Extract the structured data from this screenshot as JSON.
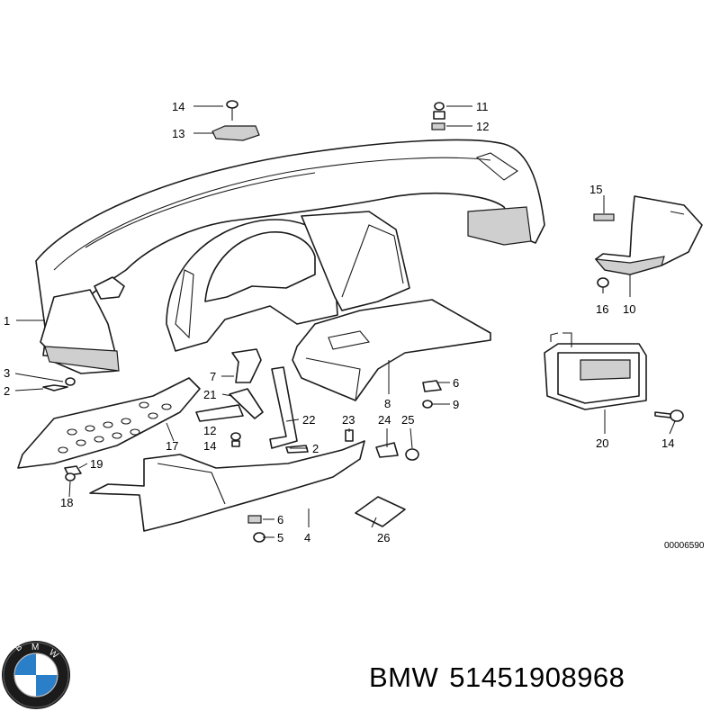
{
  "diagram": {
    "callouts": [
      "14",
      "13",
      "11",
      "12",
      "15",
      "10",
      "16",
      "1",
      "3",
      "2",
      "7",
      "21",
      "12",
      "14",
      "17",
      "19",
      "18",
      "22",
      "2",
      "23",
      "24",
      "25",
      "6",
      "9",
      "8",
      "20",
      "14",
      "6",
      "5",
      "4",
      "26"
    ],
    "image_code": "00006590"
  },
  "footer": {
    "brand": "BMW",
    "part_number": "51451908968",
    "logo_letters": "BMW"
  },
  "colors": {
    "line": "#1a1a1a",
    "logo_blue": "#2a7fc8",
    "logo_ring": "#1b1b1b"
  }
}
